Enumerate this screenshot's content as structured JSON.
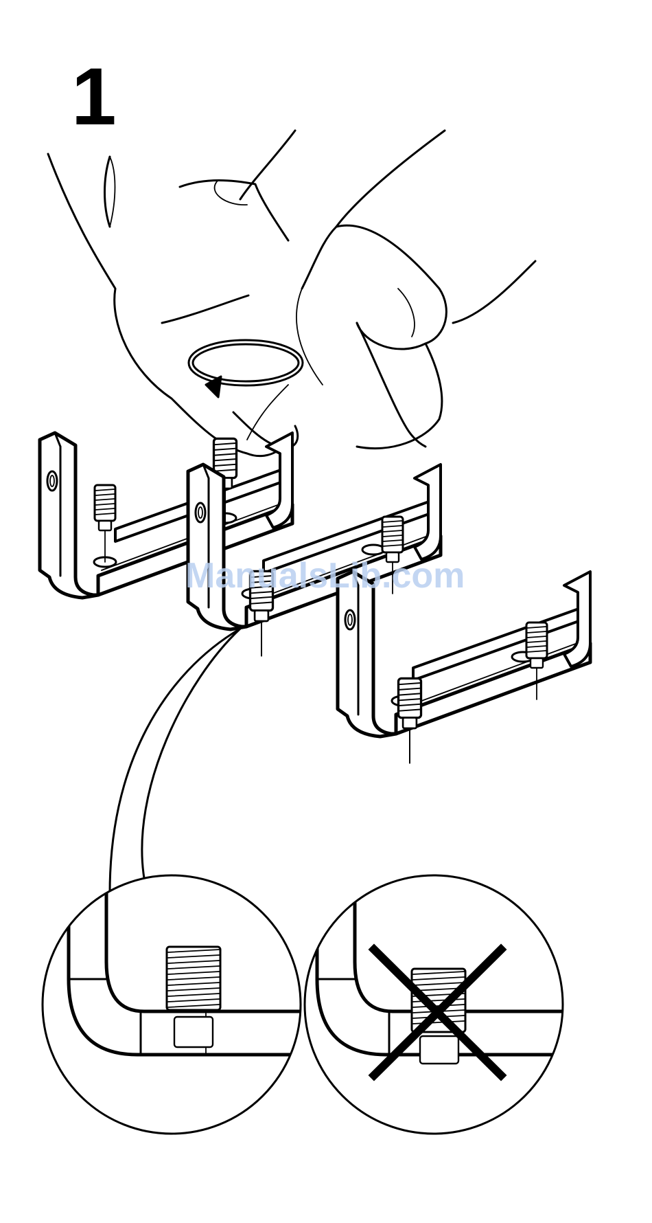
{
  "step": {
    "number": "1"
  },
  "watermark": {
    "text": "ManualsLib.com"
  },
  "colors": {
    "ink": "#000000",
    "paper": "#ffffff",
    "watermark": "#b9cff0"
  },
  "icons": {
    "hand": "hand-icon",
    "rotate": "rotate-arrow-icon",
    "bracket": "u-bracket-icon",
    "screw": "threaded-insert-icon",
    "wrong": "cross-mark-icon"
  },
  "detail_views": [
    {
      "name": "correct",
      "cross_mark": false
    },
    {
      "name": "incorrect",
      "cross_mark": true
    }
  ]
}
